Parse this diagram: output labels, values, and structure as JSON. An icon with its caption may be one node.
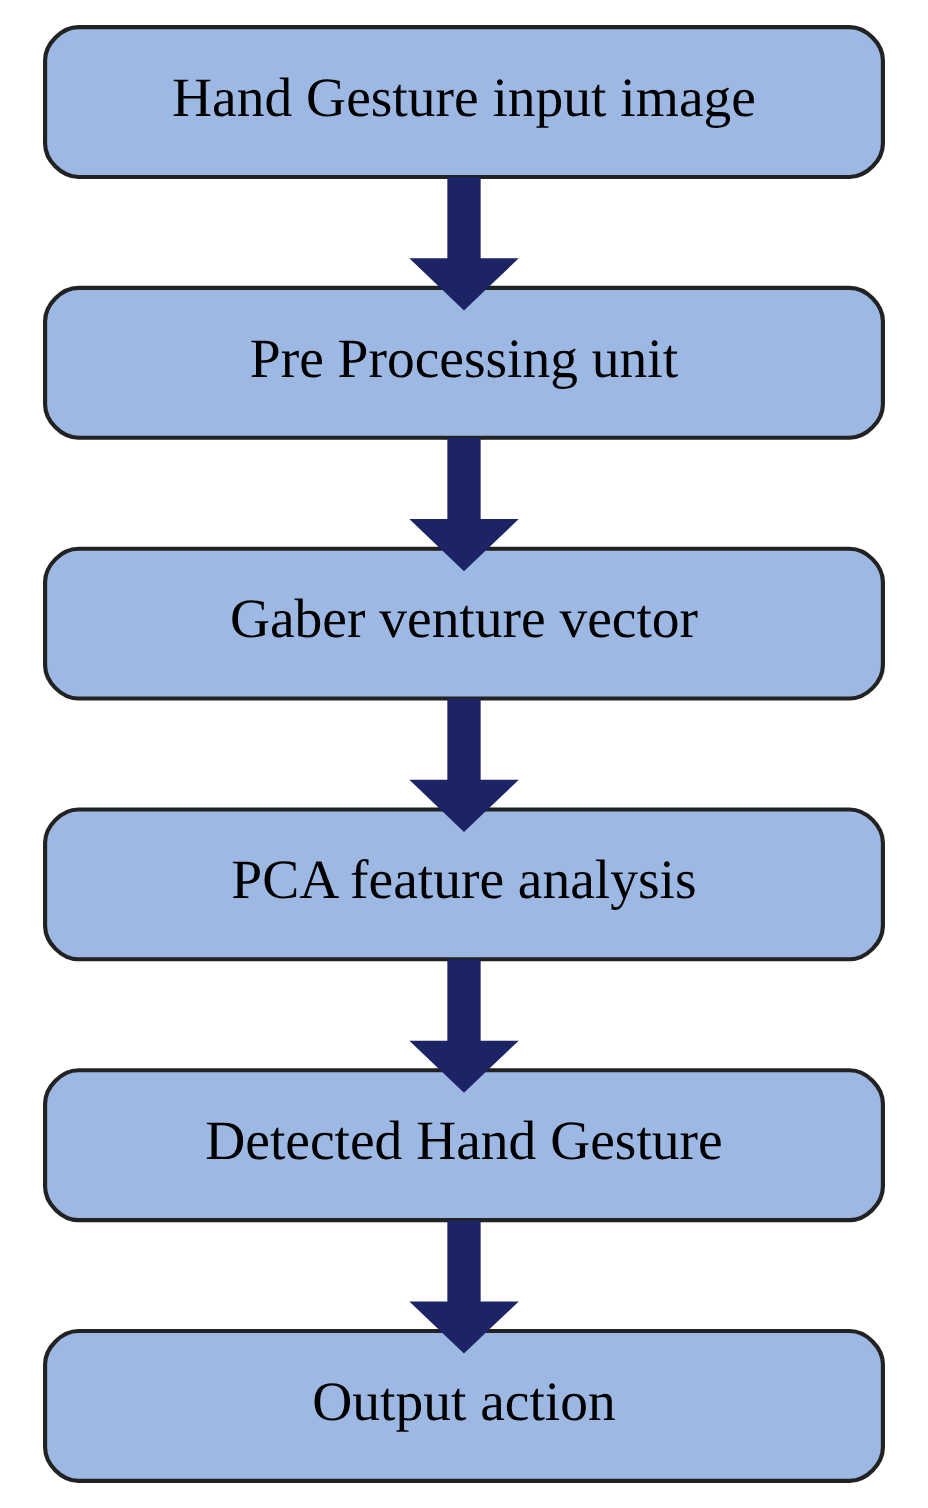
{
  "diagram": {
    "nodes": [
      {
        "text": [
          "Hand Gesture input image"
        ]
      },
      {
        "text": [
          "Pre Processing unit"
        ]
      },
      {
        "text": [
          "Gaber venture vector"
        ]
      },
      {
        "text": [
          "PCA feature analysis"
        ]
      },
      {
        "text": [
          "Detected Hand Gesture"
        ]
      },
      {
        "text": [
          "Output action"
        ]
      }
    ],
    "edges": [
      {
        "from": 0,
        "to": 1,
        "arrow": "to"
      },
      {
        "from": 1,
        "to": 2,
        "arrow": "to"
      },
      {
        "from": 2,
        "to": 3,
        "arrow": "to"
      },
      {
        "from": 3,
        "to": 4,
        "arrow": "to"
      },
      {
        "from": 4,
        "to": 5,
        "arrow": "to"
      }
    ]
  }
}
